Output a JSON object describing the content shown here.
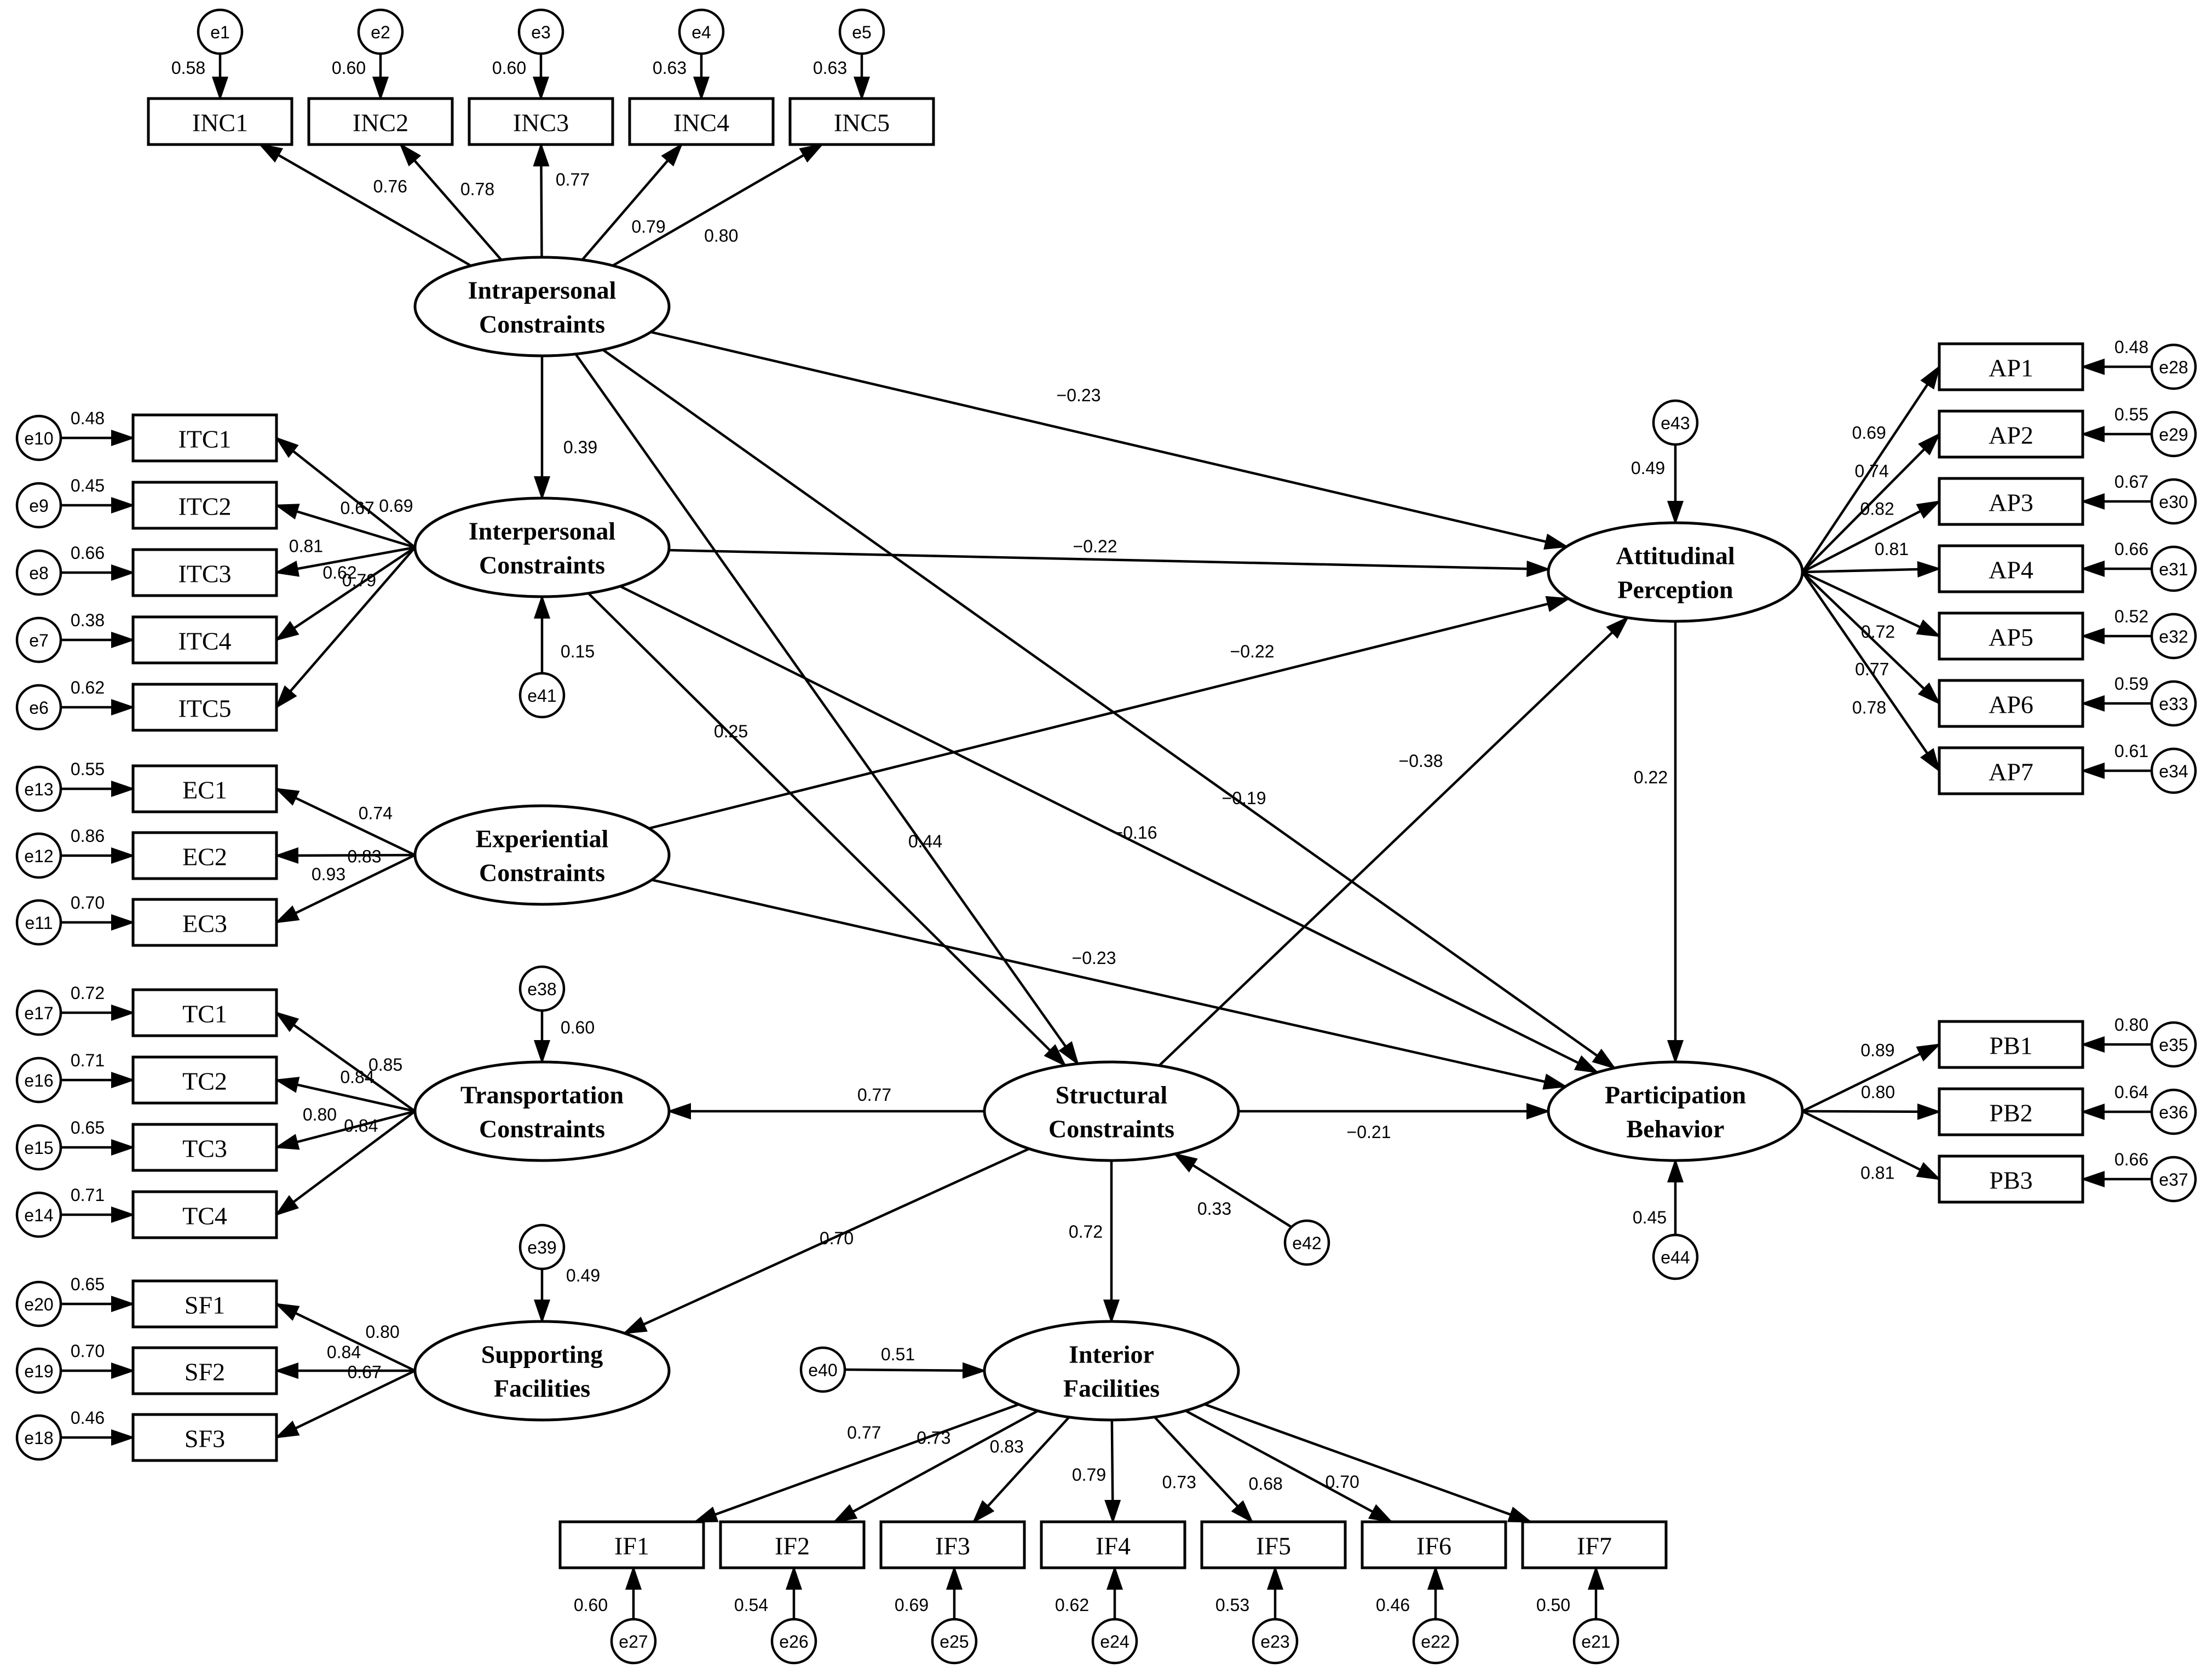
{
  "colors": {
    "stroke": "#000000",
    "background": "#ffffff"
  },
  "latents": {
    "intra": [
      "Intrapersonal",
      "Constraints"
    ],
    "inter": [
      "Interpersonal",
      "Constraints"
    ],
    "exp": [
      "Experiential",
      "Constraints"
    ],
    "trans": [
      "Transportation",
      "Constraints"
    ],
    "supp": [
      "Supporting",
      "Facilities"
    ],
    "struct": [
      "Structural",
      "Constraints"
    ],
    "inte": [
      "Interior",
      "Facilities"
    ],
    "att": [
      "Attitudinal",
      "Perception"
    ],
    "part": [
      "Participation",
      "Behavior"
    ]
  },
  "indicators": {
    "INC1": {
      "label": "INC1",
      "error": "e1",
      "err_val": "0.58",
      "loading": "0.76"
    },
    "INC2": {
      "label": "INC2",
      "error": "e2",
      "err_val": "0.60",
      "loading": "0.78"
    },
    "INC3": {
      "label": "INC3",
      "error": "e3",
      "err_val": "0.60",
      "loading": "0.77"
    },
    "INC4": {
      "label": "INC4",
      "error": "e4",
      "err_val": "0.63",
      "loading": "0.79"
    },
    "INC5": {
      "label": "INC5",
      "error": "e5",
      "err_val": "0.63",
      "loading": "0.80"
    },
    "ITC1": {
      "label": "ITC1",
      "error": "e10",
      "err_val": "0.48",
      "loading": "0.69"
    },
    "ITC2": {
      "label": "ITC2",
      "error": "e9",
      "err_val": "0.45",
      "loading": "0.67"
    },
    "ITC3": {
      "label": "ITC3",
      "error": "e8",
      "err_val": "0.66",
      "loading": "0.81"
    },
    "ITC4": {
      "label": "ITC4",
      "error": "e7",
      "err_val": "0.38",
      "loading": "0.62"
    },
    "ITC5": {
      "label": "ITC5",
      "error": "e6",
      "err_val": "0.62",
      "loading": "0.79"
    },
    "EC1": {
      "label": "EC1",
      "error": "e13",
      "err_val": "0.55",
      "loading": "0.74"
    },
    "EC2": {
      "label": "EC2",
      "error": "e12",
      "err_val": "0.86",
      "loading": "0.93"
    },
    "EC3": {
      "label": "EC3",
      "error": "e11",
      "err_val": "0.70",
      "loading": "0.83"
    },
    "TC1": {
      "label": "TC1",
      "error": "e17",
      "err_val": "0.72",
      "loading": "0.85"
    },
    "TC2": {
      "label": "TC2",
      "error": "e16",
      "err_val": "0.71",
      "loading": "0.84"
    },
    "TC3": {
      "label": "TC3",
      "error": "e15",
      "err_val": "0.65",
      "loading": "0.80"
    },
    "TC4": {
      "label": "TC4",
      "error": "e14",
      "err_val": "0.71",
      "loading": "0.84"
    },
    "SF1": {
      "label": "SF1",
      "error": "e20",
      "err_val": "0.65",
      "loading": "0.80"
    },
    "SF2": {
      "label": "SF2",
      "error": "e19",
      "err_val": "0.70",
      "loading": "0.84"
    },
    "SF3": {
      "label": "SF3",
      "error": "e18",
      "err_val": "0.46",
      "loading": "0.67"
    },
    "AP1": {
      "label": "AP1",
      "error": "e28",
      "err_val": "0.48",
      "loading": "0.69"
    },
    "AP2": {
      "label": "AP2",
      "error": "e29",
      "err_val": "0.55",
      "loading": "0.74"
    },
    "AP3": {
      "label": "AP3",
      "error": "e30",
      "err_val": "0.67",
      "loading": "0.82"
    },
    "AP4": {
      "label": "AP4",
      "error": "e31",
      "err_val": "0.66",
      "loading": "0.81"
    },
    "AP5": {
      "label": "AP5",
      "error": "e32",
      "err_val": "0.52",
      "loading": "0.72"
    },
    "AP6": {
      "label": "AP6",
      "error": "e33",
      "err_val": "0.59",
      "loading": "0.77"
    },
    "AP7": {
      "label": "AP7",
      "error": "e34",
      "err_val": "0.61",
      "loading": "0.78"
    },
    "PB1": {
      "label": "PB1",
      "error": "e35",
      "err_val": "0.80",
      "loading": "0.89"
    },
    "PB2": {
      "label": "PB2",
      "error": "e36",
      "err_val": "0.64",
      "loading": "0.80"
    },
    "PB3": {
      "label": "PB3",
      "error": "e37",
      "err_val": "0.66",
      "loading": "0.81"
    },
    "IF1": {
      "label": "IF1",
      "error": "e27",
      "err_val": "0.60",
      "loading": "0.77"
    },
    "IF2": {
      "label": "IF2",
      "error": "e26",
      "err_val": "0.54",
      "loading": "0.73"
    },
    "IF3": {
      "label": "IF3",
      "error": "e25",
      "err_val": "0.69",
      "loading": "0.83"
    },
    "IF4": {
      "label": "IF4",
      "error": "e24",
      "err_val": "0.62",
      "loading": "0.79"
    },
    "IF5": {
      "label": "IF5",
      "error": "e23",
      "err_val": "0.53",
      "loading": "0.73"
    },
    "IF6": {
      "label": "IF6",
      "error": "e22",
      "err_val": "0.46",
      "loading": "0.68"
    },
    "IF7": {
      "label": "IF7",
      "error": "e21",
      "err_val": "0.50",
      "loading": "0.70"
    }
  },
  "latent_errors": {
    "inter": {
      "label": "e41",
      "value": "0.15"
    },
    "trans": {
      "label": "e38",
      "value": "0.60"
    },
    "supp": {
      "label": "e39",
      "value": "0.49"
    },
    "struct": {
      "label": "e42",
      "value": "0.33"
    },
    "inte": {
      "label": "e40",
      "value": "0.51"
    },
    "att": {
      "label": "e43",
      "value": "0.49"
    },
    "part": {
      "label": "e44",
      "value": "0.45"
    }
  },
  "paths": {
    "intra_inter": "0.39",
    "intra_att": "−0.23",
    "intra_struct": "0.44",
    "intra_part": "−0.19",
    "inter_att": "−0.22",
    "inter_struct": "0.25",
    "inter_part": "−0.16",
    "exp_att": "−0.22",
    "exp_part": "−0.23",
    "struct_att": "−0.38",
    "struct_part": "−0.21",
    "struct_trans": "0.77",
    "struct_supp": "0.70",
    "struct_inte": "0.72",
    "att_part": "0.22"
  }
}
